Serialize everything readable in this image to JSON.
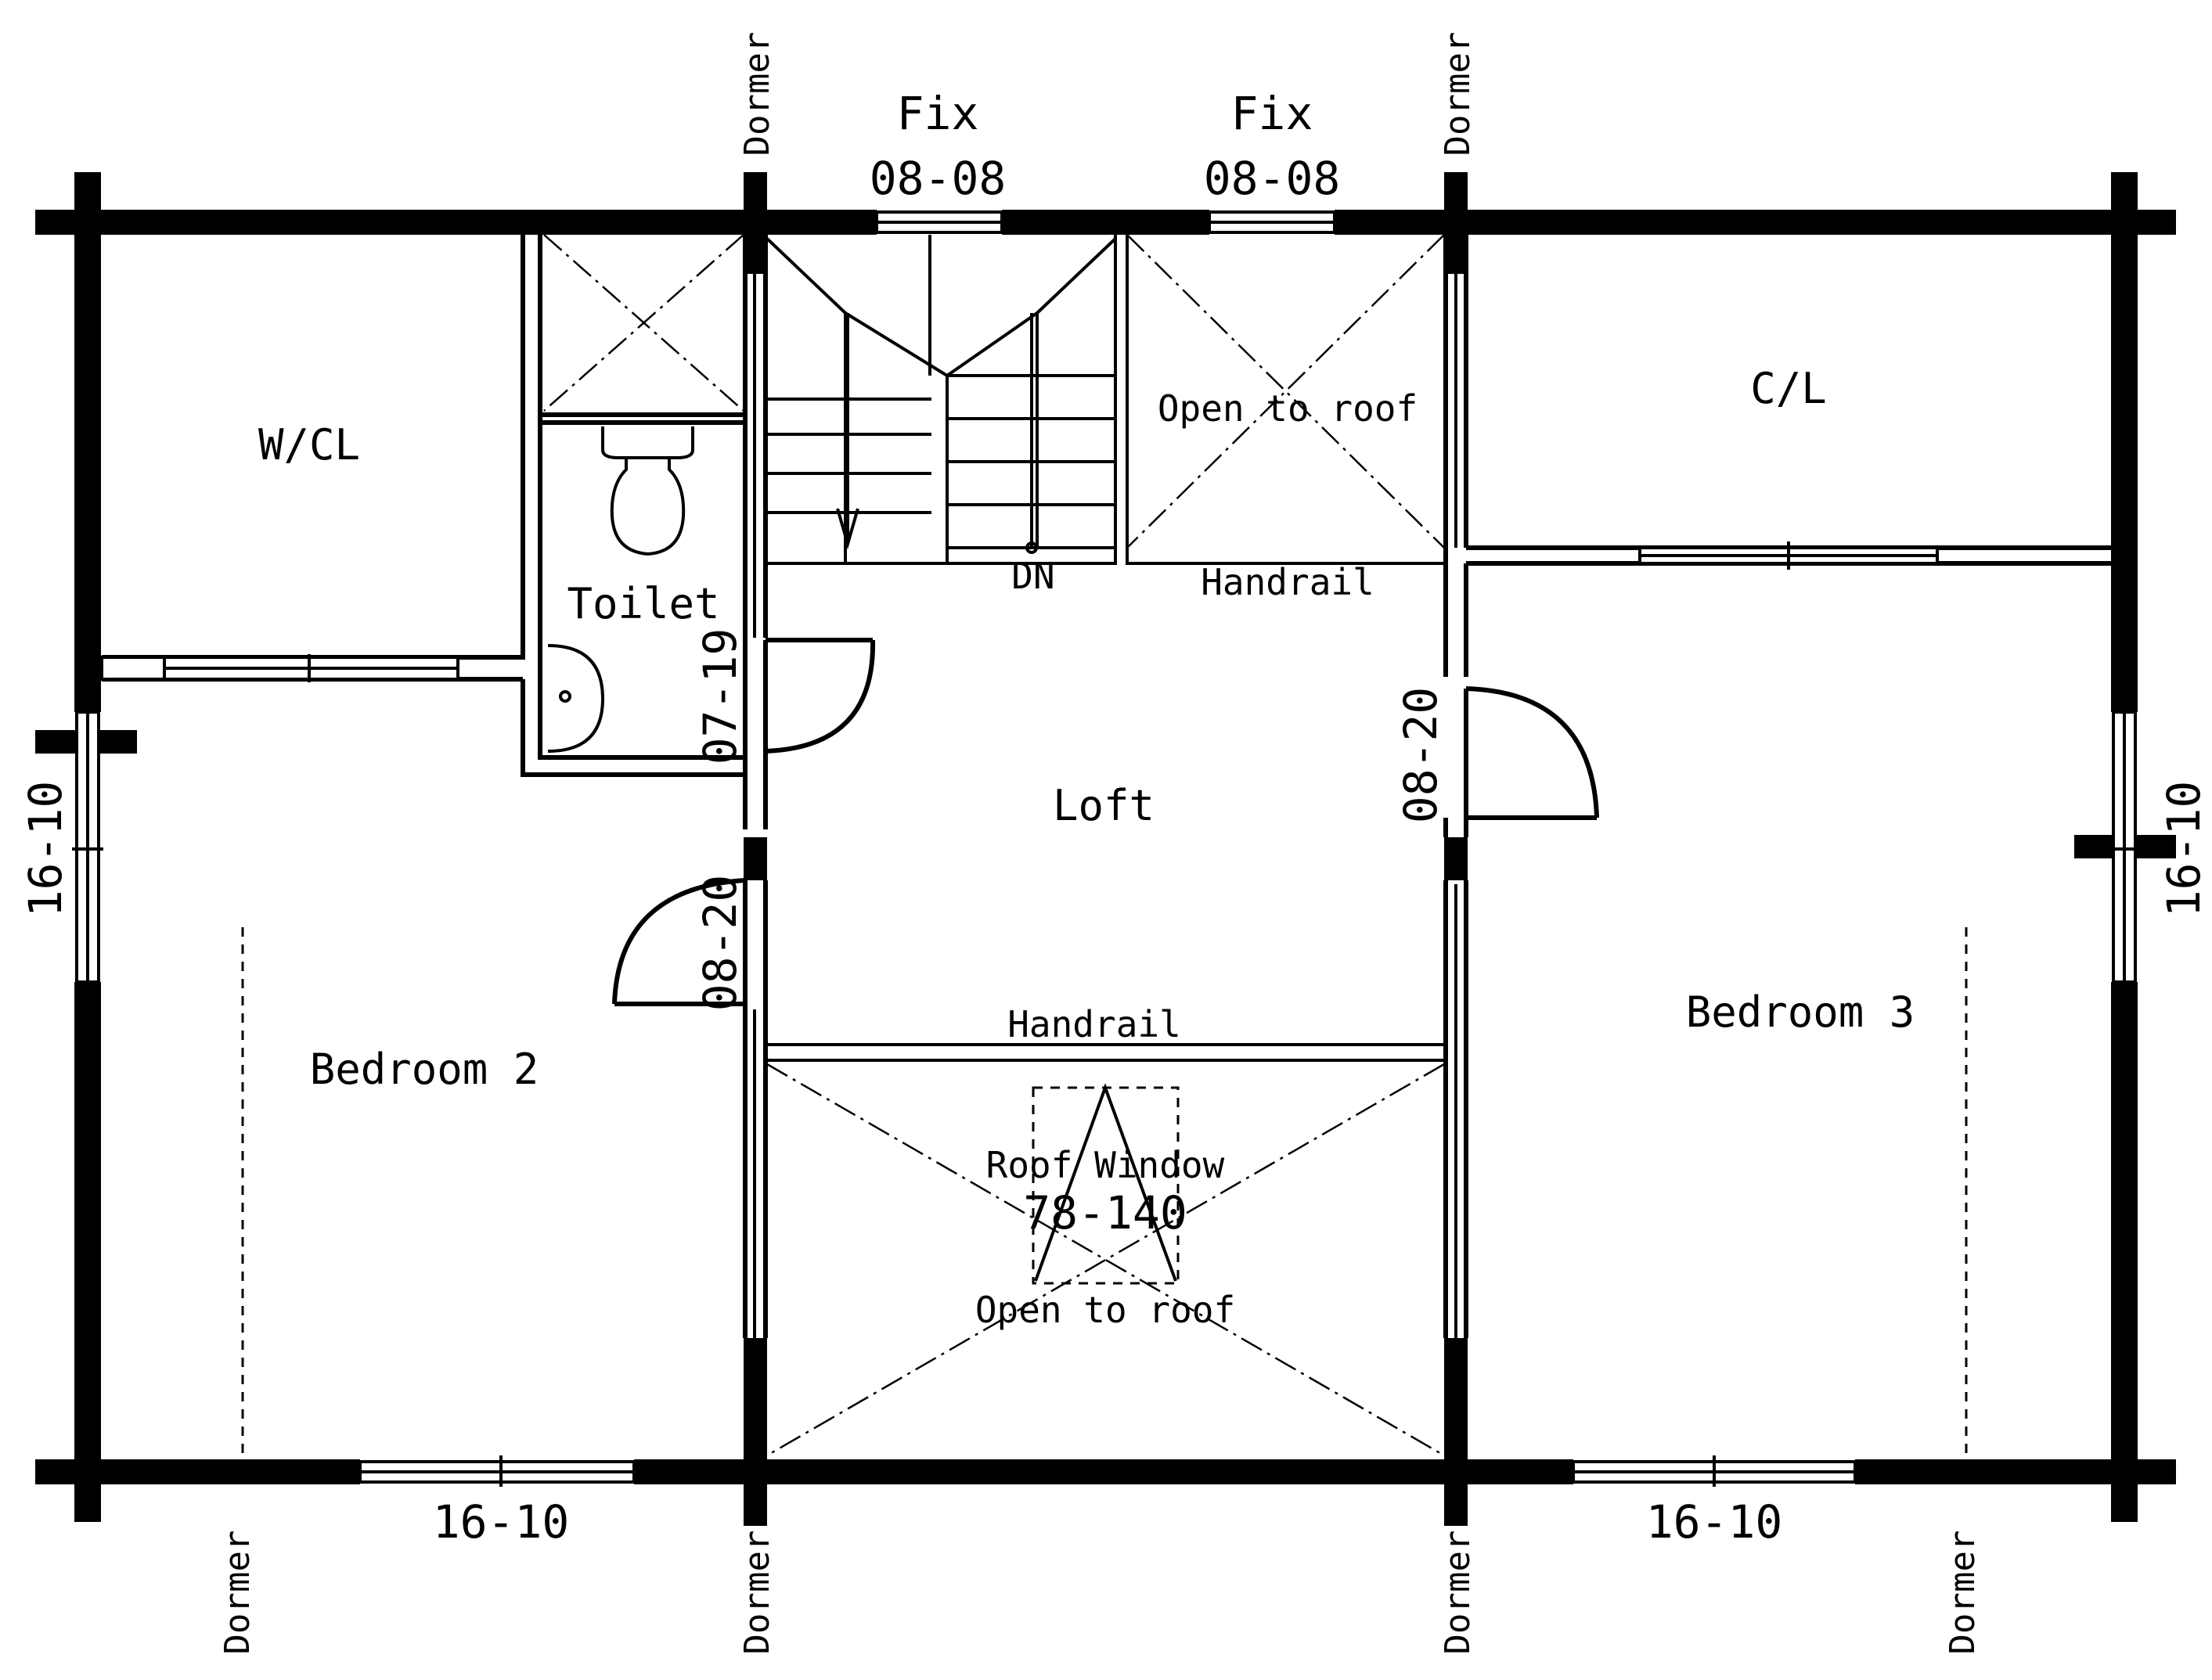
{
  "plan": {
    "rooms": {
      "wcl": "W/CL",
      "toilet": "Toilet",
      "cl": "C/L",
      "loft": "Loft",
      "bedroom2": "Bedroom 2",
      "bedroom3": "Bedroom 3"
    },
    "labels": {
      "open_to_roof_top": "Open to roof",
      "open_to_roof_bottom": "Open to roof",
      "handrail_top": "Handrail",
      "handrail_mid": "Handrail",
      "dn": "DN",
      "roof_window": "Roof Window",
      "roof_window_size": "78-140"
    },
    "windows": {
      "fix1_type": "Fix",
      "fix1_size": "08-08",
      "fix2_type": "Fix",
      "fix2_size": "08-08",
      "left_size": "16-10",
      "right_size": "16-10",
      "bottom_left_size": "16-10",
      "bottom_right_size": "16-10"
    },
    "doors": {
      "toilet": "07-19",
      "bedroom2": "08-20",
      "bedroom3": "08-20"
    },
    "dormers": {
      "top_left": "Dormer",
      "top_right": "Dormer",
      "bottom_1": "Dormer",
      "bottom_2": "Dormer",
      "bottom_3": "Dormer",
      "bottom_4": "Dormer"
    }
  }
}
